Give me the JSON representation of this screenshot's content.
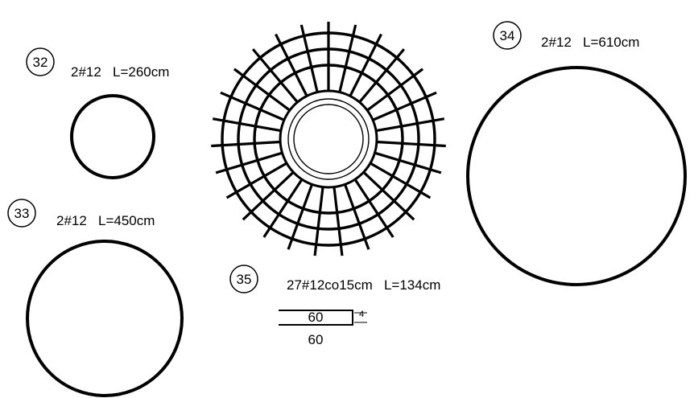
{
  "items": [
    {
      "mark": "32",
      "spec": "2#12   L=260cm"
    },
    {
      "mark": "33",
      "spec": "2#12   L=450cm"
    },
    {
      "mark": "34",
      "spec": "2#12   L=610cm"
    },
    {
      "mark": "35",
      "spec": "27#12co15cm   L=134cm"
    }
  ],
  "stirrup": {
    "top_dim": "60",
    "bottom_dim": "60",
    "hook_dim": "4"
  },
  "rosette": {
    "radial_bars": 27,
    "rings": 4
  }
}
